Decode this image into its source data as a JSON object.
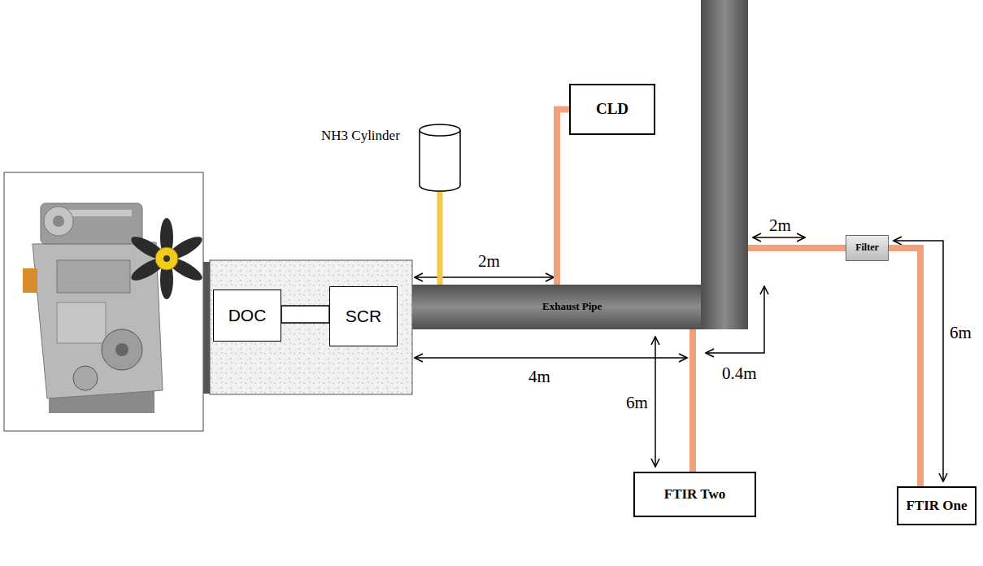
{
  "diagram": {
    "nodes": [
      {
        "text": [
          "NH3 Cylinder"
        ]
      },
      {
        "text": [
          "CLD"
        ]
      },
      {
        "text": [
          "DOC"
        ]
      },
      {
        "text": [
          "SCR"
        ]
      },
      {
        "text": [
          "Exhaust Pipe"
        ]
      },
      {
        "text": [
          "Filter"
        ]
      },
      {
        "text": [
          "FTIR Two"
        ]
      },
      {
        "text": [
          "FTIR One"
        ]
      }
    ],
    "edges": [
      {
        "from": 0,
        "to": 4,
        "arrow": "none"
      },
      {
        "from": 2,
        "to": 3,
        "arrow": "none"
      },
      {
        "from": 4,
        "to": 1,
        "arrow": "none"
      },
      {
        "from": 4,
        "to": 6,
        "arrow": "none"
      },
      {
        "from": 4,
        "to": 5,
        "arrow": "none"
      },
      {
        "from": 5,
        "to": 7,
        "arrow": "none"
      }
    ],
    "labels": [
      "2m",
      "2m",
      "4m",
      "6m",
      "0.4m",
      "6m"
    ]
  }
}
